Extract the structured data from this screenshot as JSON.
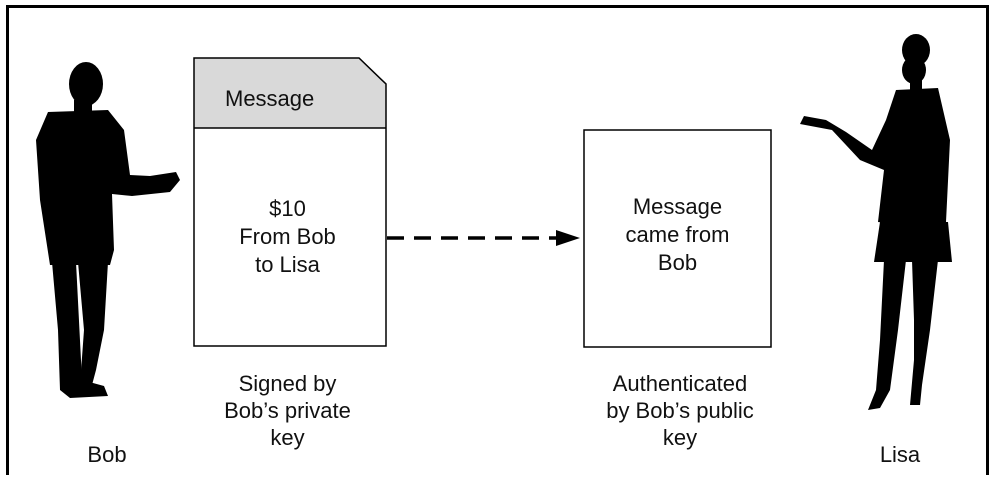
{
  "message_doc": {
    "header": "Message",
    "body": "$10\nFrom Bob\nto Lisa",
    "caption": "Signed  by\nBob’s private\nkey"
  },
  "result_doc": {
    "body": "Message\ncame from\nBob",
    "caption": "Authenticated\nby Bob’s public\nkey"
  },
  "people": {
    "sender": "Bob",
    "receiver": "Lisa"
  },
  "colors": {
    "header_fill": "#d9d9d9",
    "ink": "#000000"
  }
}
